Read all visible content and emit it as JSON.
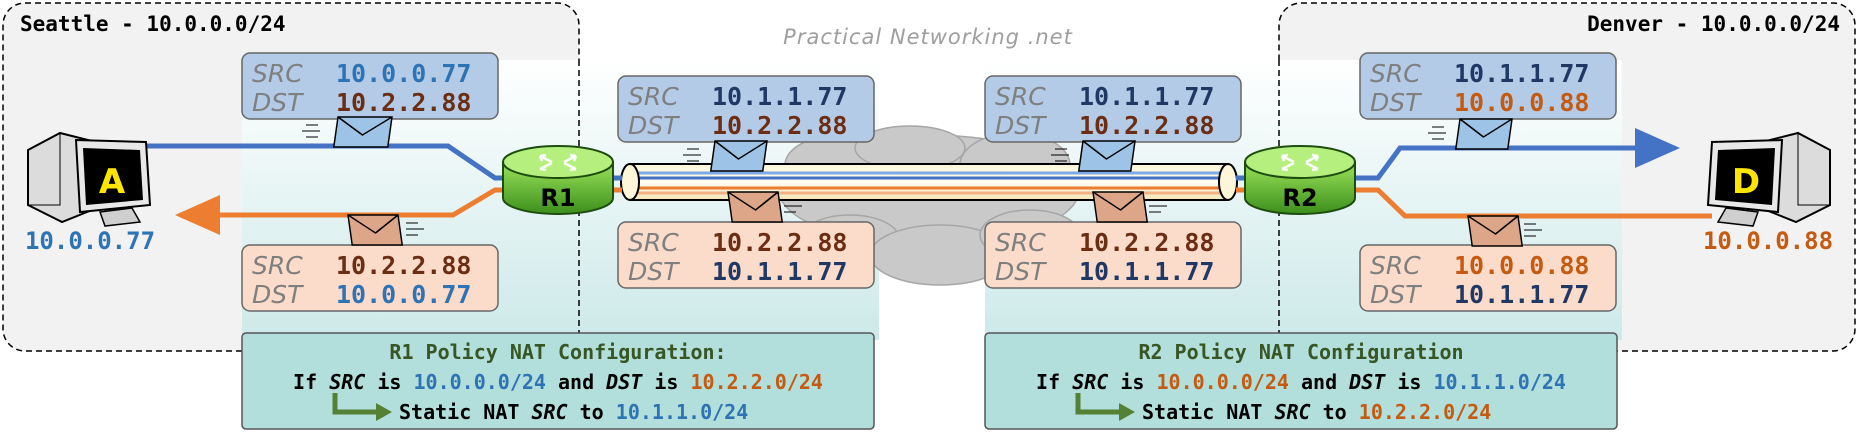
{
  "brand": "Practical Networking .net",
  "sites": {
    "left": {
      "title": "Seattle - 10.0.0.0/24",
      "host_label": "A",
      "host_ip": "10.0.0.77"
    },
    "right": {
      "title": "Denver - 10.0.0.0/24",
      "host_label": "D",
      "host_ip": "10.0.0.88"
    }
  },
  "routers": {
    "r1": "R1",
    "r2": "R2"
  },
  "field_labels": {
    "src": "SRC",
    "dst": "DST"
  },
  "packets": {
    "seattle_out": {
      "src": "10.0.0.77",
      "dst": "10.2.2.88"
    },
    "seattle_in": {
      "src": "10.2.2.88",
      "dst": "10.0.0.77"
    },
    "tunnel_out_r1": {
      "src": "10.1.1.77",
      "dst": "10.2.2.88"
    },
    "tunnel_in_r1": {
      "src": "10.2.2.88",
      "dst": "10.1.1.77"
    },
    "tunnel_out_r2": {
      "src": "10.1.1.77",
      "dst": "10.2.2.88"
    },
    "tunnel_in_r2": {
      "src": "10.2.2.88",
      "dst": "10.1.1.77"
    },
    "denver_in": {
      "src": "10.1.1.77",
      "dst": "10.0.0.88"
    },
    "denver_out": {
      "src": "10.0.0.88",
      "dst": "10.1.1.77"
    }
  },
  "configs": {
    "r1": {
      "title": "R1 Policy NAT Configuration:",
      "line1": {
        "if": "If",
        "src": "SRC",
        "is1": "is",
        "src_net": "10.0.0.0/24",
        "and": "and",
        "dst": "DST",
        "is2": "is",
        "dst_net": "10.2.2.0/24"
      },
      "line2": {
        "prefix": "Static NAT",
        "src": "SRC",
        "to": "to",
        "net": "10.1.1.0/24"
      }
    },
    "r2": {
      "title": "R2 Policy NAT Configuration",
      "line1": {
        "if": "If",
        "src": "SRC",
        "is1": "is",
        "src_net": "10.0.0.0/24",
        "and": "and",
        "dst": "DST",
        "is2": "is",
        "dst_net": "10.1.1.0/24"
      },
      "line2": {
        "prefix": "Static NAT",
        "src": "SRC",
        "to": "to",
        "net": "10.2.2.0/24"
      }
    }
  },
  "colors": {
    "blue_ip": "#2e74b5",
    "navy_ip": "#1f3864",
    "brown_ip": "#6b2e12",
    "orange_ip": "#c55a11",
    "blue_line": "#4472c4",
    "orange_line": "#ed7d31",
    "green": "#548235",
    "config_bg": "#b2dfdb"
  }
}
